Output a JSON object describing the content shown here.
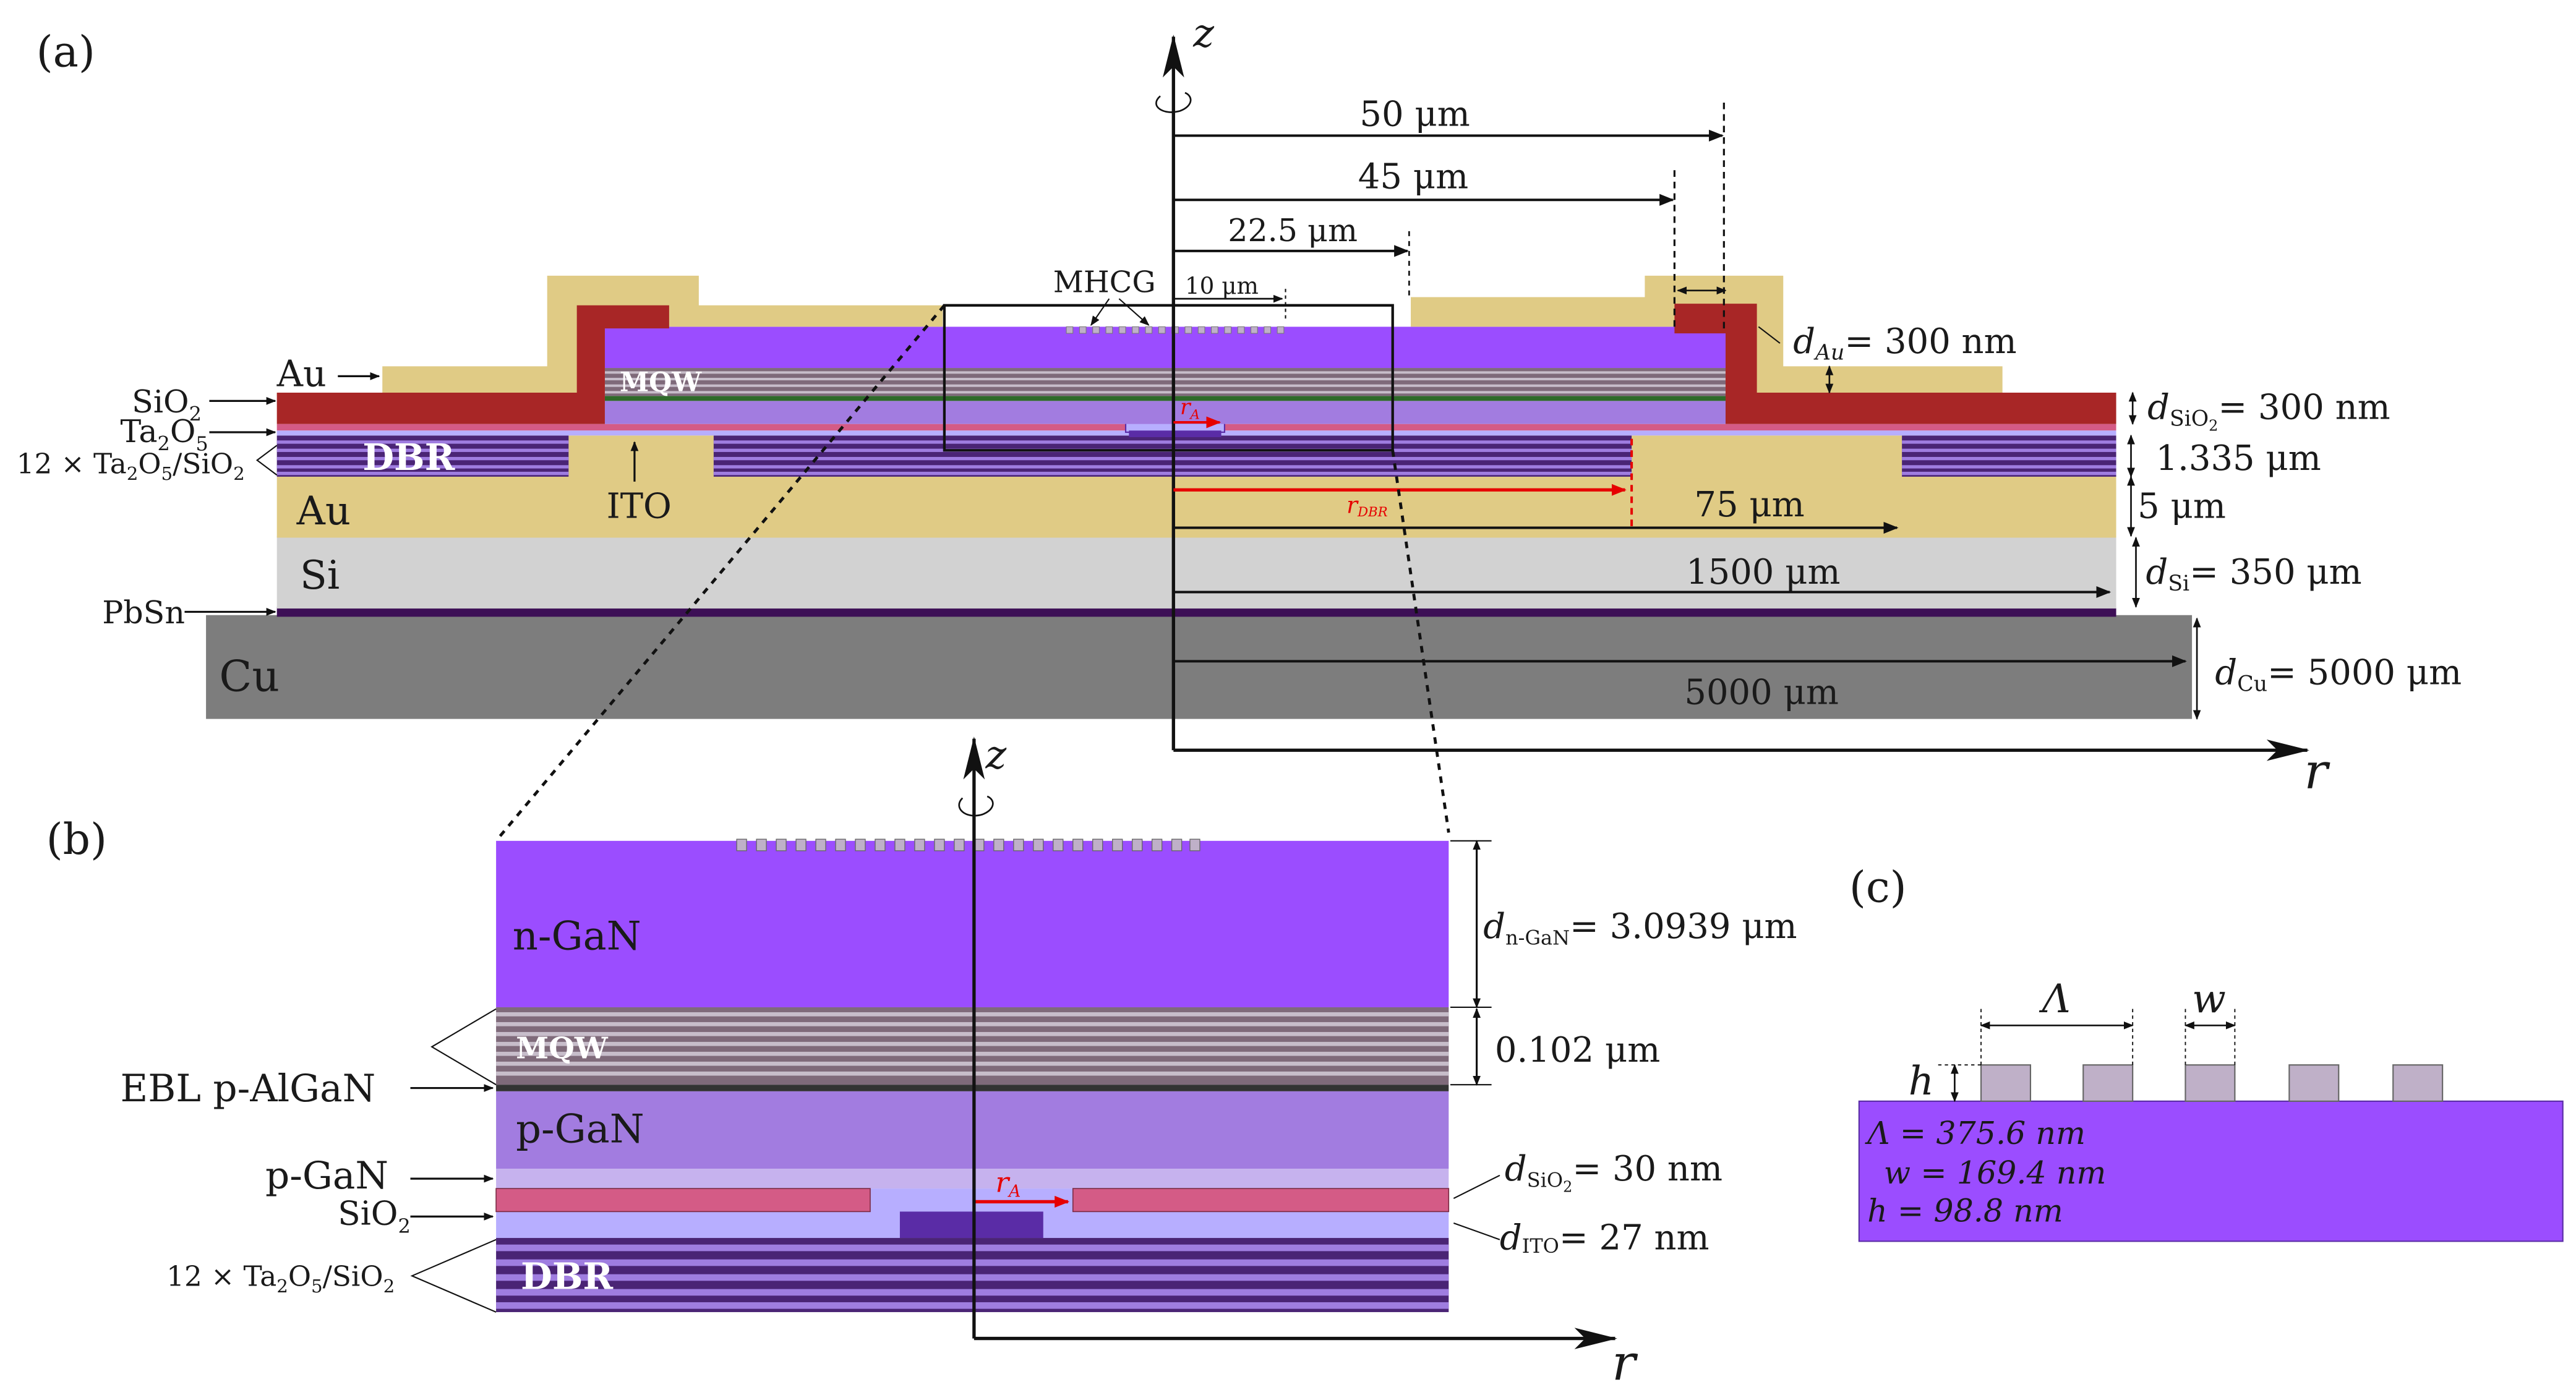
{
  "panels": {
    "a": "(a)",
    "b": "(b)",
    "c": "(c)"
  },
  "colors": {
    "ngan": "#9b4dff",
    "au": "#e0cb85",
    "au_contact": "#a82626",
    "sio2": "#b7aeff",
    "ta2o5": "#d45b86",
    "ito": "#5a2ca6",
    "dbr_dark": "#4a2475",
    "dbr_light": "#9f7de0",
    "si": "#d2d2d2",
    "cu": "#7d7d7d",
    "pbsn": "#3d0f56",
    "pgan": "#a27ce0",
    "pgan_light": "#c6b2ee",
    "mqw_dark": "#7f6a7a",
    "mqw_light": "#c7bdca",
    "grating": "#bfb0c8",
    "arrow_red": "#e60000"
  },
  "panel_a": {
    "axis_z": "z",
    "axis_r": "r",
    "dims": {
      "r50": "50 μm",
      "r45": "45 μm",
      "r22": "22.5 μm",
      "r10": "10 μm",
      "r75": "75 μm",
      "r1500": "1500 μm",
      "r5000": "5000 μm",
      "r_dbr": "r",
      "r_dbr_sub": "DBR",
      "r_a": "r",
      "r_a_sub": "A"
    },
    "layer_labels": {
      "au_top": "Au",
      "sio2": "SiO",
      "sio2_sub": "2",
      "ta2o5": "Ta",
      "ta2o5_sub1": "2",
      "ta2o5_mid": "O",
      "ta2o5_sub2": "5",
      "dbr_stack": "12 × Ta",
      "dbr_stack_sub1": "2",
      "dbr_stack_mid": "O",
      "dbr_stack_sub2": "5",
      "dbr_stack_tail": "/SiO",
      "dbr_stack_sub3": "2",
      "pbsn": "PbSn",
      "dbr": "DBR",
      "mqw": "MQW",
      "au_bottom": "Au",
      "ito": "ITO",
      "si": "Si",
      "cu": "Cu",
      "mhcg": "MHCG"
    },
    "thickness": {
      "d_au_sym": "d",
      "d_au_sub": "Au",
      "d_au_val": "= 300 nm",
      "d_sio2_sym": "d",
      "d_sio2_sub": "SiO",
      "d_sio2_sub2": "2",
      "d_sio2_val": "= 300 nm",
      "dbr_thk": "1.335 μm",
      "au_thk": "5 μm",
      "d_si_sym": "d",
      "d_si_sub": "Si",
      "d_si_val": "= 350 μm",
      "d_cu_sym": "d",
      "d_cu_sub": "Cu",
      "d_cu_val": "= 5000 μm"
    }
  },
  "panel_b": {
    "axis_z": "z",
    "axis_r": "r",
    "layers": {
      "ngan": "n-GaN",
      "mqw": "MQW",
      "pgan": "p-GaN",
      "dbr": "DBR"
    },
    "left_labels": {
      "ebl": "EBL p-AlGaN",
      "pgan": "p-GaN",
      "sio2": "SiO",
      "sio2_sub": "2",
      "dbr_stack": "12 × Ta",
      "dbr_stack_sub1": "2",
      "dbr_stack_mid": "O",
      "dbr_stack_sub2": "5",
      "dbr_stack_tail": "/SiO",
      "dbr_stack_sub3": "2"
    },
    "right_labels": {
      "d_ngan_sym": "d",
      "d_ngan_sub": "n-GaN",
      "d_ngan_val": "= 3.0939 μm",
      "mqw_thk": "0.102 μm",
      "d_sio2_sym": "d",
      "d_sio2_sub": "SiO",
      "d_sio2_sub2": "2",
      "d_sio2_val": "= 30 nm",
      "d_ito_sym": "d",
      "d_ito_sub": "ITO",
      "d_ito_val": "= 27 nm"
    },
    "r_a": "r",
    "r_a_sub": "A"
  },
  "panel_c": {
    "period_sym": "Λ",
    "width_sym": "w",
    "height_sym": "h",
    "period_val": "Λ = 375.6 nm",
    "width_val": "w = 169.4 nm",
    "height_val": "h = 98.8 nm"
  }
}
